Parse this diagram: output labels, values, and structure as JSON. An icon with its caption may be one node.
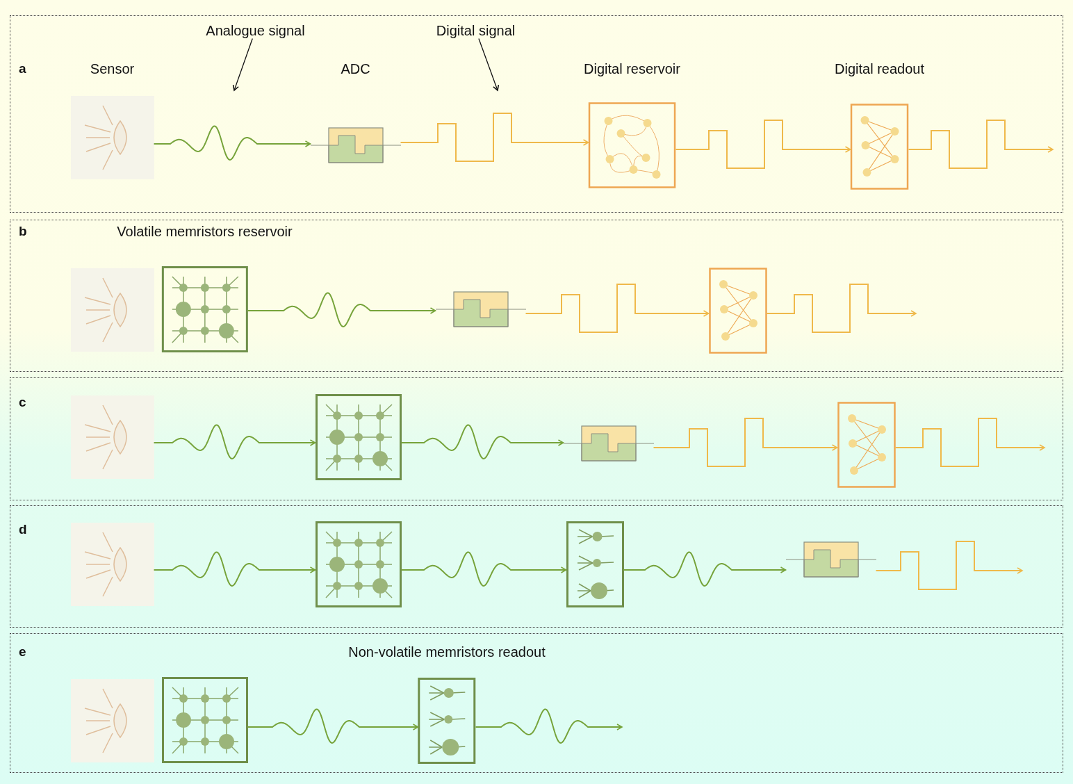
{
  "diagram": {
    "nodes": [
      {
        "text": [
          "a"
        ]
      },
      {
        "text": [
          "Sensor"
        ],
        "in": 0
      },
      {
        "text": [
          "Analogue signal"
        ],
        "in": 0
      },
      {
        "text": [
          "ADC"
        ],
        "in": 0
      },
      {
        "text": [
          "Digital signal"
        ],
        "in": 0
      },
      {
        "text": [
          "Digital reservoir"
        ],
        "in": 0
      },
      {
        "text": [
          "Digital readout"
        ],
        "in": 0
      },
      {
        "text": [
          "b"
        ]
      },
      {
        "text": [],
        "shape": "lens",
        "in": 7
      },
      {
        "text": [
          "Volatile memristors reservoir"
        ],
        "in": 7
      },
      {
        "text": [],
        "shape": "box",
        "in": 7
      },
      {
        "text": [],
        "shape": "network",
        "in": 7
      },
      {
        "text": [
          "c"
        ]
      },
      {
        "text": [],
        "shape": "lens",
        "in": 12
      },
      {
        "text": [],
        "shape": "grid",
        "in": 12
      },
      {
        "text": [],
        "shape": "box",
        "in": 12
      },
      {
        "text": [],
        "shape": "network",
        "in": 12
      },
      {
        "text": [
          "d"
        ]
      },
      {
        "text": [],
        "shape": "lens",
        "in": 17
      },
      {
        "text": [],
        "shape": "grid",
        "in": 17
      },
      {
        "text": [],
        "shape": "neurons",
        "in": 17
      },
      {
        "text": [],
        "shape": "box",
        "in": 17
      },
      {
        "text": [
          "e"
        ]
      },
      {
        "text": [],
        "shape": "lens",
        "in": 22
      },
      {
        "text": [],
        "shape": "grid",
        "in": 22
      },
      {
        "text": [
          "Non-volatile memristors readout"
        ],
        "in": 22
      }
    ],
    "edges": [
      {
        "from": 1,
        "to": 3,
        "arrow": "to"
      },
      {
        "from": 3,
        "to": 5,
        "arrow": "to",
        "color": "#efb94a"
      },
      {
        "from": 5,
        "to": 6,
        "arrow": "to",
        "color": "#efb94a"
      },
      {
        "from": 6,
        "to": null,
        "arrow": "to",
        "color": "#efb94a"
      },
      {
        "from": 9,
        "to": 10,
        "arrow": "to"
      },
      {
        "from": 10,
        "to": 11,
        "arrow": "to",
        "color": "#efb94a"
      },
      {
        "from": 11,
        "to": null,
        "arrow": "to",
        "color": "#efb94a"
      },
      {
        "from": 13,
        "to": 14,
        "arrow": "to"
      },
      {
        "from": 14,
        "to": 15,
        "arrow": "to"
      },
      {
        "from": 15,
        "to": 16,
        "arrow": "to",
        "color": "#efb94a"
      },
      {
        "from": 16,
        "to": null,
        "arrow": "to",
        "color": "#efb94a"
      },
      {
        "from": 18,
        "to": 19,
        "arrow": "to"
      },
      {
        "from": 19,
        "to": 20,
        "arrow": "to"
      },
      {
        "from": 20,
        "to": 21,
        "arrow": "to"
      },
      {
        "from": 21,
        "to": null,
        "arrow": "to",
        "color": "#efb94a"
      },
      {
        "from": 24,
        "to": 25,
        "arrow": "to"
      },
      {
        "from": 25,
        "to": null,
        "arrow": "to"
      },
      {
        "from": 2,
        "to": null,
        "arrow": "to",
        "color": "#111111"
      },
      {
        "from": 4,
        "to": null,
        "arrow": "to",
        "color": "#111111"
      }
    ]
  }
}
